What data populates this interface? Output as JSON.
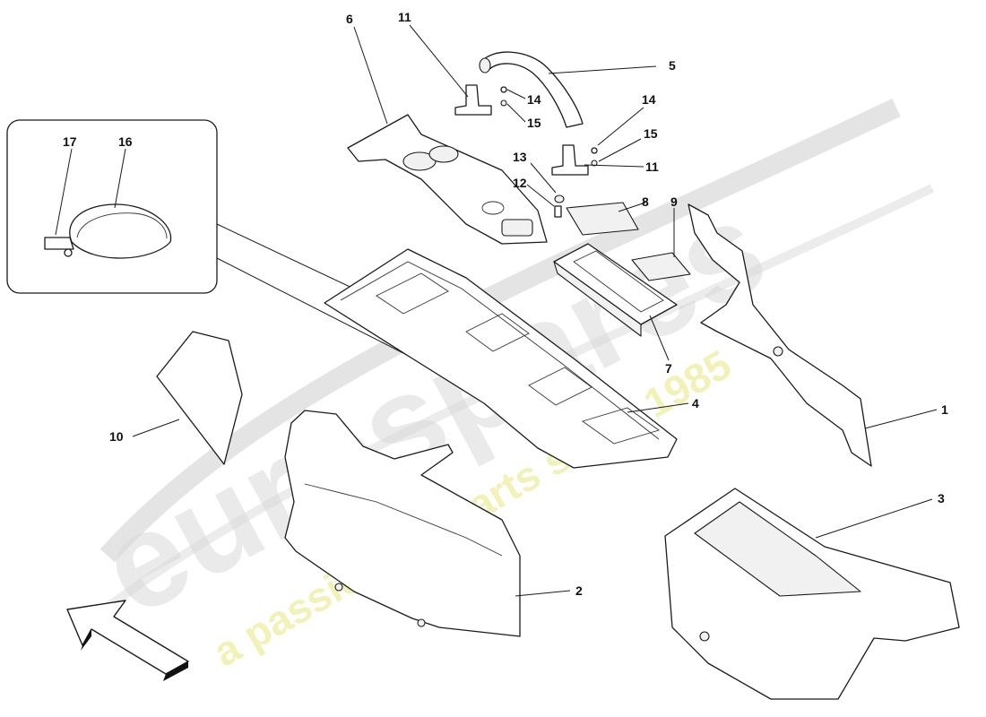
{
  "watermark": {
    "brand": "eurospares",
    "tagline": "a passion for parts since 1985",
    "brand_color": "#d9d9d9",
    "tagline_color": "#ecec9a"
  },
  "callouts": [
    {
      "id": "1",
      "label": "1"
    },
    {
      "id": "2",
      "label": "2"
    },
    {
      "id": "3",
      "label": "3"
    },
    {
      "id": "4",
      "label": "4"
    },
    {
      "id": "5",
      "label": "5"
    },
    {
      "id": "6",
      "label": "6"
    },
    {
      "id": "7",
      "label": "7"
    },
    {
      "id": "8",
      "label": "8"
    },
    {
      "id": "9",
      "label": "9"
    },
    {
      "id": "10",
      "label": "10"
    },
    {
      "id": "11a",
      "label": "11"
    },
    {
      "id": "11b",
      "label": "11"
    },
    {
      "id": "12",
      "label": "12"
    },
    {
      "id": "13",
      "label": "13"
    },
    {
      "id": "14a",
      "label": "14"
    },
    {
      "id": "14b",
      "label": "14"
    },
    {
      "id": "15a",
      "label": "15"
    },
    {
      "id": "15b",
      "label": "15"
    },
    {
      "id": "16",
      "label": "16"
    },
    {
      "id": "17",
      "label": "17"
    }
  ],
  "direction_arrow": "arrow-icon"
}
